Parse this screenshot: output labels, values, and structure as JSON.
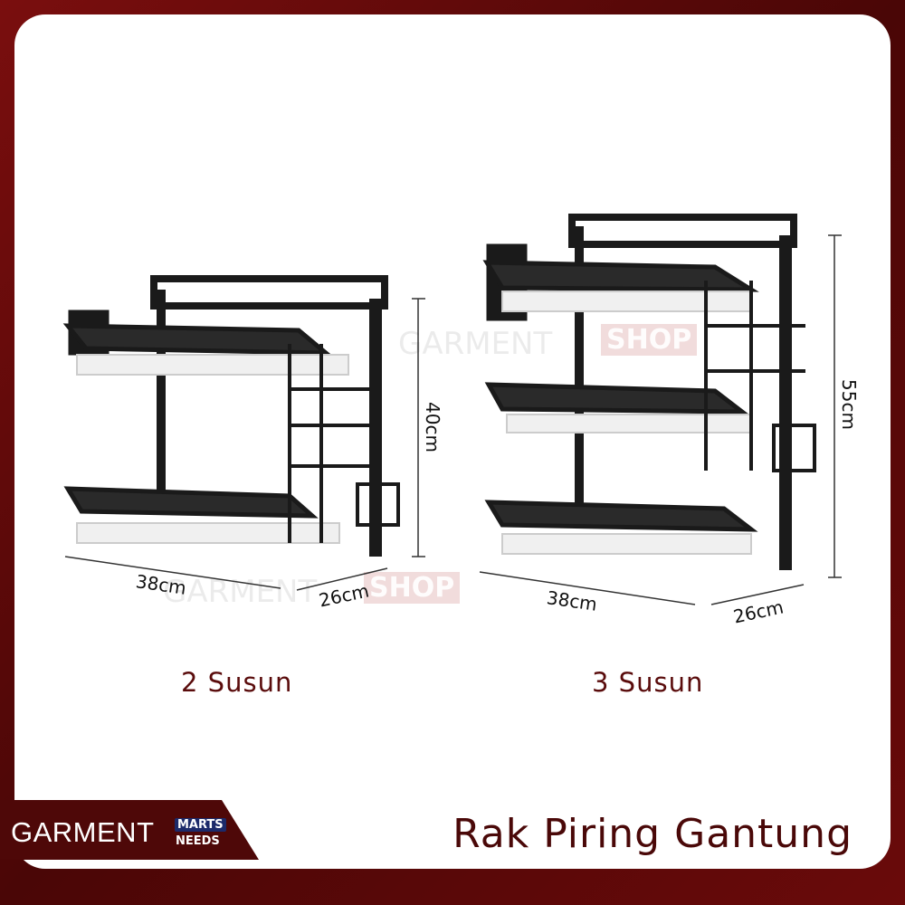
{
  "product_title": "Rak Piring Gantung",
  "variants": [
    {
      "label": "2 Susun",
      "width": "38cm",
      "depth": "26cm",
      "height": "40cm"
    },
    {
      "label": "3 Susun",
      "width": "38cm",
      "depth": "26cm",
      "height": "55cm"
    }
  ],
  "logo": {
    "main": "GARMENT",
    "badge_top": "MARTS",
    "badge_bottom": "NEEDS"
  },
  "watermark": {
    "text": "GARMENT",
    "badge": "SHOP"
  },
  "colors": {
    "frame": "#5a0a0a",
    "text": "#5a0c0c",
    "rack": "#1a1a1a"
  }
}
